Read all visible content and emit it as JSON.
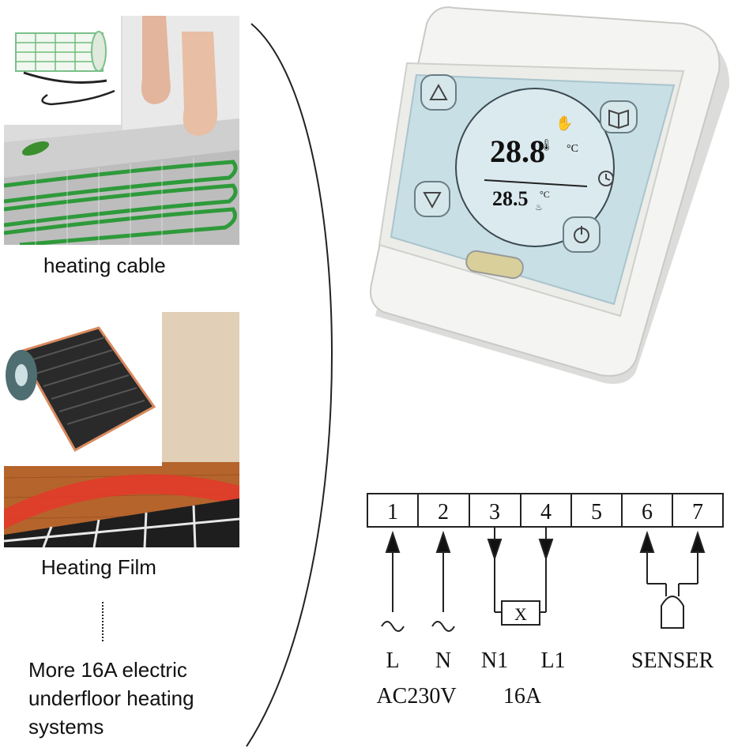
{
  "left_panel": {
    "heating_cable_caption": "heating cable",
    "heating_film_caption": "Heating Film",
    "more_caption_lines": [
      "More 16A electric",
      "underfloor heating",
      "systems"
    ]
  },
  "thermostat": {
    "main_temp": "28.8",
    "main_unit": "°C",
    "sub_temp": "28.5",
    "sub_unit": "°C"
  },
  "wiring": {
    "terminals": [
      "1",
      "2",
      "3",
      "4",
      "5",
      "6",
      "7"
    ],
    "load_symbol": "X",
    "labels": {
      "L": "L",
      "N": "N",
      "N1": "N1",
      "L1": "L1",
      "senser": "SENSER",
      "voltage": "AC230V",
      "current": "16A"
    }
  },
  "colors": {
    "cable_green": "#2e9a3a",
    "film_red": "#e4382a",
    "screen_blue": "#c8dfe6",
    "case_white": "#f4f4f2"
  }
}
